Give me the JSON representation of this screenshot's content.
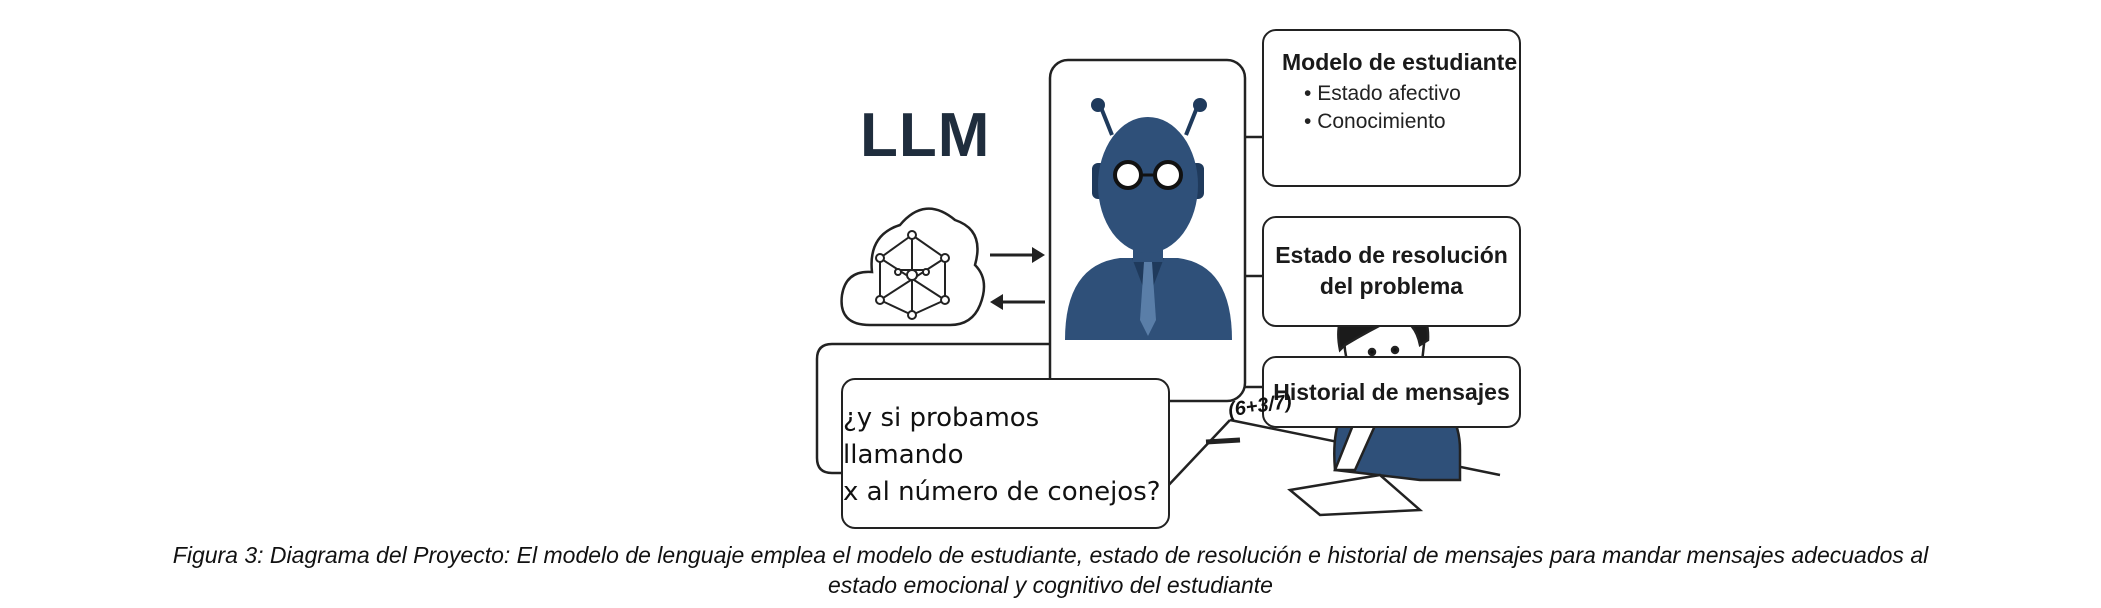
{
  "llm_label": "LLM",
  "boxes": {
    "student_model": {
      "title": "Modelo de estudiante",
      "items": [
        "Estado afectivo",
        "Conocimiento"
      ]
    },
    "resolution_state": {
      "line1": "Estado de resolución",
      "line2": "del problema"
    },
    "message_history": {
      "title": "Historial de mensajes"
    }
  },
  "bubble": {
    "line1": "¿y si probamos llamando",
    "line2": "x al número de conejos?"
  },
  "desk_formula": "(6+3/7)",
  "caption": {
    "line1": "Figura 3: Diagrama del Proyecto: El modelo de lenguaje emplea el modelo de estudiante, estado de resolución e historial de mensajes para mandar mensajes adecuados al",
    "line2": "estado emocional y cognitivo del estudiante"
  },
  "colors": {
    "robot": "#2f5079",
    "robot_dark": "#1f3a5c",
    "shirt": "#2f5079",
    "outline": "#222222"
  }
}
